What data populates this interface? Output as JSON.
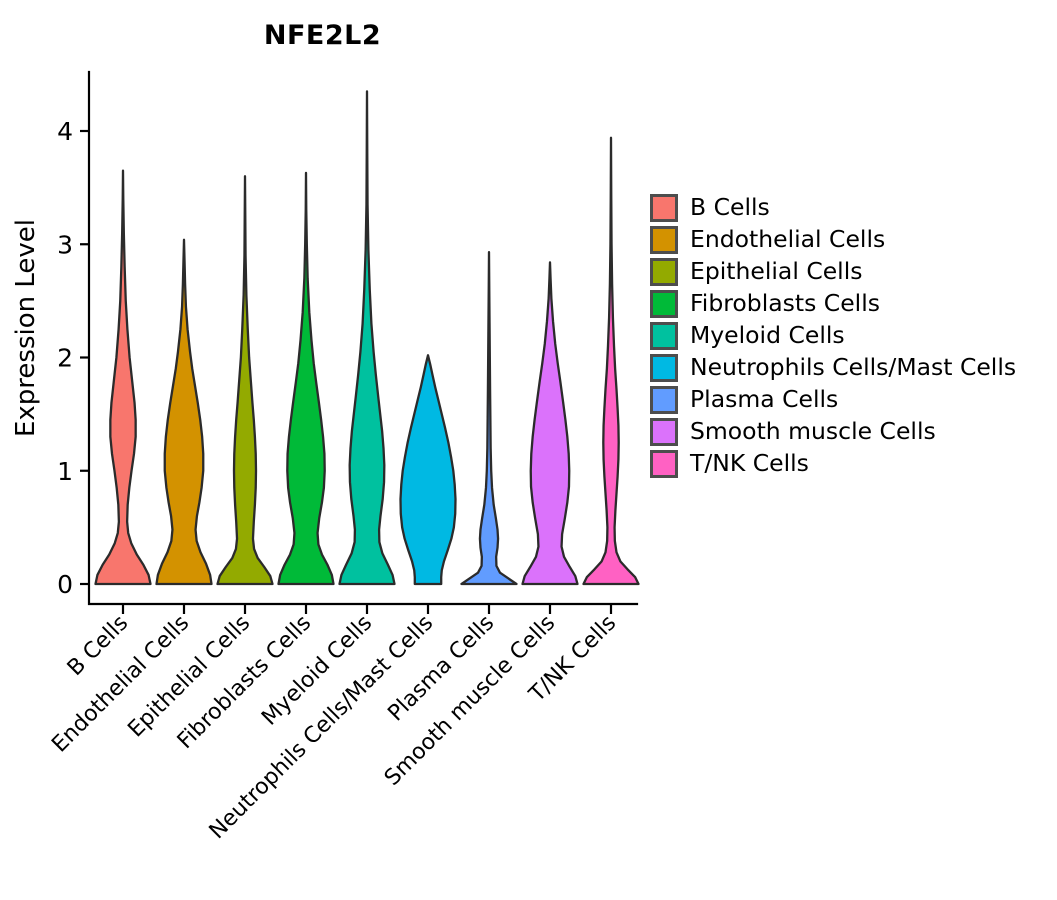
{
  "chart_data": {
    "type": "violin",
    "title": "NFE2L2",
    "xlabel": "",
    "ylabel": "Expression Level",
    "ylim": [
      -0.22,
      4.55
    ],
    "yticks": [
      0,
      1,
      2,
      3,
      4
    ],
    "ytick_labels": [
      "0",
      "1",
      "2",
      "3",
      "4"
    ],
    "grid": false,
    "legend_position": "right",
    "categories": [
      "B Cells",
      "Endothelial Cells",
      "Epithelial Cells",
      "Fibroblasts Cells",
      "Myeloid Cells",
      "Neutrophils Cells/Mast Cells",
      "Plasma Cells",
      "Smooth muscle Cells",
      "T/NK Cells"
    ],
    "colors": [
      "#F8766D",
      "#D39200",
      "#93AA00",
      "#00BA38",
      "#00C19F",
      "#00B9E3",
      "#619CFF",
      "#DB72FB",
      "#FF61C3"
    ],
    "outline_color": "#2b2b2b",
    "series": [
      {
        "name": "B Cells",
        "color": "#F8766D",
        "max": 3.65,
        "min": 0,
        "profile": [
          [
            0.0,
            1.0
          ],
          [
            0.08,
            0.93
          ],
          [
            0.17,
            0.74
          ],
          [
            0.26,
            0.5
          ],
          [
            0.36,
            0.3
          ],
          [
            0.45,
            0.19
          ],
          [
            0.55,
            0.15
          ],
          [
            0.7,
            0.17
          ],
          [
            0.85,
            0.23
          ],
          [
            1.0,
            0.31
          ],
          [
            1.15,
            0.4
          ],
          [
            1.3,
            0.46
          ],
          [
            1.45,
            0.46
          ],
          [
            1.6,
            0.42
          ],
          [
            1.8,
            0.33
          ],
          [
            2.0,
            0.24
          ],
          [
            2.25,
            0.16
          ],
          [
            2.5,
            0.1
          ],
          [
            2.8,
            0.06
          ],
          [
            3.1,
            0.03
          ],
          [
            3.4,
            0.01
          ],
          [
            3.65,
            0.0
          ]
        ]
      },
      {
        "name": "Endothelial Cells",
        "color": "#D39200",
        "max": 3.04,
        "min": 0,
        "profile": [
          [
            0.0,
            1.0
          ],
          [
            0.08,
            0.95
          ],
          [
            0.18,
            0.8
          ],
          [
            0.28,
            0.6
          ],
          [
            0.38,
            0.46
          ],
          [
            0.48,
            0.42
          ],
          [
            0.6,
            0.47
          ],
          [
            0.72,
            0.56
          ],
          [
            0.85,
            0.64
          ],
          [
            1.0,
            0.7
          ],
          [
            1.15,
            0.7
          ],
          [
            1.3,
            0.66
          ],
          [
            1.45,
            0.59
          ],
          [
            1.6,
            0.5
          ],
          [
            1.75,
            0.4
          ],
          [
            1.9,
            0.3
          ],
          [
            2.05,
            0.22
          ],
          [
            2.25,
            0.13
          ],
          [
            2.45,
            0.07
          ],
          [
            2.65,
            0.04
          ],
          [
            2.85,
            0.02
          ],
          [
            3.04,
            0.0
          ]
        ]
      },
      {
        "name": "Epithelial Cells",
        "color": "#93AA00",
        "max": 3.6,
        "min": 0,
        "profile": [
          [
            0.0,
            1.0
          ],
          [
            0.07,
            0.92
          ],
          [
            0.15,
            0.7
          ],
          [
            0.23,
            0.46
          ],
          [
            0.31,
            0.33
          ],
          [
            0.4,
            0.29
          ],
          [
            0.55,
            0.32
          ],
          [
            0.7,
            0.36
          ],
          [
            0.85,
            0.39
          ],
          [
            1.0,
            0.4
          ],
          [
            1.15,
            0.39
          ],
          [
            1.3,
            0.36
          ],
          [
            1.45,
            0.32
          ],
          [
            1.6,
            0.27
          ],
          [
            1.8,
            0.21
          ],
          [
            2.0,
            0.15
          ],
          [
            2.25,
            0.1
          ],
          [
            2.55,
            0.05
          ],
          [
            2.9,
            0.02
          ],
          [
            3.25,
            0.01
          ],
          [
            3.6,
            0.0
          ]
        ]
      },
      {
        "name": "Fibroblasts Cells",
        "color": "#00BA38",
        "max": 3.63,
        "min": 0,
        "profile": [
          [
            0.0,
            1.0
          ],
          [
            0.08,
            0.94
          ],
          [
            0.17,
            0.78
          ],
          [
            0.26,
            0.58
          ],
          [
            0.35,
            0.45
          ],
          [
            0.45,
            0.42
          ],
          [
            0.58,
            0.48
          ],
          [
            0.72,
            0.58
          ],
          [
            0.85,
            0.65
          ],
          [
            1.0,
            0.68
          ],
          [
            1.15,
            0.67
          ],
          [
            1.3,
            0.62
          ],
          [
            1.45,
            0.55
          ],
          [
            1.6,
            0.47
          ],
          [
            1.78,
            0.37
          ],
          [
            1.95,
            0.28
          ],
          [
            2.15,
            0.2
          ],
          [
            2.4,
            0.12
          ],
          [
            2.7,
            0.06
          ],
          [
            3.0,
            0.03
          ],
          [
            3.3,
            0.01
          ],
          [
            3.63,
            0.0
          ]
        ]
      },
      {
        "name": "Myeloid Cells",
        "color": "#00C19F",
        "max": 4.35,
        "min": 0,
        "profile": [
          [
            0.0,
            1.0
          ],
          [
            0.08,
            0.93
          ],
          [
            0.17,
            0.76
          ],
          [
            0.27,
            0.56
          ],
          [
            0.37,
            0.45
          ],
          [
            0.48,
            0.44
          ],
          [
            0.6,
            0.49
          ],
          [
            0.75,
            0.57
          ],
          [
            0.9,
            0.62
          ],
          [
            1.05,
            0.63
          ],
          [
            1.2,
            0.6
          ],
          [
            1.35,
            0.55
          ],
          [
            1.5,
            0.48
          ],
          [
            1.65,
            0.41
          ],
          [
            1.85,
            0.32
          ],
          [
            2.05,
            0.24
          ],
          [
            2.3,
            0.16
          ],
          [
            2.6,
            0.1
          ],
          [
            2.95,
            0.05
          ],
          [
            3.35,
            0.02
          ],
          [
            3.8,
            0.01
          ],
          [
            4.35,
            0.0
          ]
        ]
      },
      {
        "name": "Neutrophils Cells/Mast Cells",
        "color": "#00B9E3",
        "max": 2.02,
        "min": 0,
        "profile": [
          [
            0.0,
            0.48
          ],
          [
            0.06,
            0.48
          ],
          [
            0.12,
            0.5
          ],
          [
            0.2,
            0.58
          ],
          [
            0.3,
            0.72
          ],
          [
            0.4,
            0.85
          ],
          [
            0.5,
            0.94
          ],
          [
            0.62,
            0.99
          ],
          [
            0.75,
            1.0
          ],
          [
            0.88,
            0.97
          ],
          [
            1.0,
            0.92
          ],
          [
            1.12,
            0.84
          ],
          [
            1.25,
            0.74
          ],
          [
            1.38,
            0.62
          ],
          [
            1.5,
            0.5
          ],
          [
            1.62,
            0.38
          ],
          [
            1.74,
            0.26
          ],
          [
            1.85,
            0.16
          ],
          [
            1.94,
            0.08
          ],
          [
            2.02,
            0.0
          ]
        ]
      },
      {
        "name": "Plasma Cells",
        "color": "#619CFF",
        "max": 2.93,
        "min": 0,
        "profile": [
          [
            0.0,
            1.0
          ],
          [
            0.05,
            0.7
          ],
          [
            0.1,
            0.4
          ],
          [
            0.16,
            0.27
          ],
          [
            0.24,
            0.26
          ],
          [
            0.32,
            0.31
          ],
          [
            0.4,
            0.33
          ],
          [
            0.48,
            0.31
          ],
          [
            0.58,
            0.25
          ],
          [
            0.7,
            0.17
          ],
          [
            0.85,
            0.11
          ],
          [
            1.0,
            0.08
          ],
          [
            1.2,
            0.06
          ],
          [
            1.45,
            0.05
          ],
          [
            1.7,
            0.04
          ],
          [
            2.0,
            0.03
          ],
          [
            2.3,
            0.02
          ],
          [
            2.6,
            0.01
          ],
          [
            2.93,
            0.0
          ]
        ]
      },
      {
        "name": "Smooth muscle Cells",
        "color": "#DB72FB",
        "max": 2.84,
        "min": 0,
        "profile": [
          [
            0.0,
            1.0
          ],
          [
            0.07,
            0.92
          ],
          [
            0.15,
            0.72
          ],
          [
            0.24,
            0.51
          ],
          [
            0.33,
            0.42
          ],
          [
            0.44,
            0.44
          ],
          [
            0.58,
            0.54
          ],
          [
            0.72,
            0.63
          ],
          [
            0.86,
            0.69
          ],
          [
            1.0,
            0.7
          ],
          [
            1.15,
            0.68
          ],
          [
            1.3,
            0.63
          ],
          [
            1.45,
            0.56
          ],
          [
            1.6,
            0.48
          ],
          [
            1.78,
            0.38
          ],
          [
            1.95,
            0.28
          ],
          [
            2.12,
            0.19
          ],
          [
            2.32,
            0.11
          ],
          [
            2.52,
            0.05
          ],
          [
            2.7,
            0.02
          ],
          [
            2.84,
            0.0
          ]
        ]
      },
      {
        "name": "T/NK Cells",
        "color": "#FF61C3",
        "max": 3.94,
        "min": 0,
        "profile": [
          [
            0.0,
            1.0
          ],
          [
            0.06,
            0.88
          ],
          [
            0.13,
            0.6
          ],
          [
            0.2,
            0.34
          ],
          [
            0.28,
            0.2
          ],
          [
            0.38,
            0.14
          ],
          [
            0.5,
            0.13
          ],
          [
            0.65,
            0.16
          ],
          [
            0.8,
            0.2
          ],
          [
            0.95,
            0.24
          ],
          [
            1.1,
            0.27
          ],
          [
            1.25,
            0.28
          ],
          [
            1.4,
            0.27
          ],
          [
            1.55,
            0.24
          ],
          [
            1.72,
            0.2
          ],
          [
            1.9,
            0.15
          ],
          [
            2.1,
            0.11
          ],
          [
            2.35,
            0.07
          ],
          [
            2.65,
            0.04
          ],
          [
            3.0,
            0.02
          ],
          [
            3.4,
            0.01
          ],
          [
            3.94,
            0.0
          ]
        ]
      }
    ]
  },
  "legend": {
    "items": [
      {
        "label": "B Cells",
        "color": "#F8766D"
      },
      {
        "label": "Endothelial Cells",
        "color": "#D39200"
      },
      {
        "label": "Epithelial Cells",
        "color": "#93AA00"
      },
      {
        "label": "Fibroblasts Cells",
        "color": "#00BA38"
      },
      {
        "label": "Myeloid Cells",
        "color": "#00C19F"
      },
      {
        "label": "Neutrophils Cells/Mast Cells",
        "color": "#00B9E3"
      },
      {
        "label": "Plasma Cells",
        "color": "#619CFF"
      },
      {
        "label": "Smooth muscle Cells",
        "color": "#DB72FB"
      },
      {
        "label": "T/NK Cells",
        "color": "#FF61C3"
      }
    ]
  }
}
